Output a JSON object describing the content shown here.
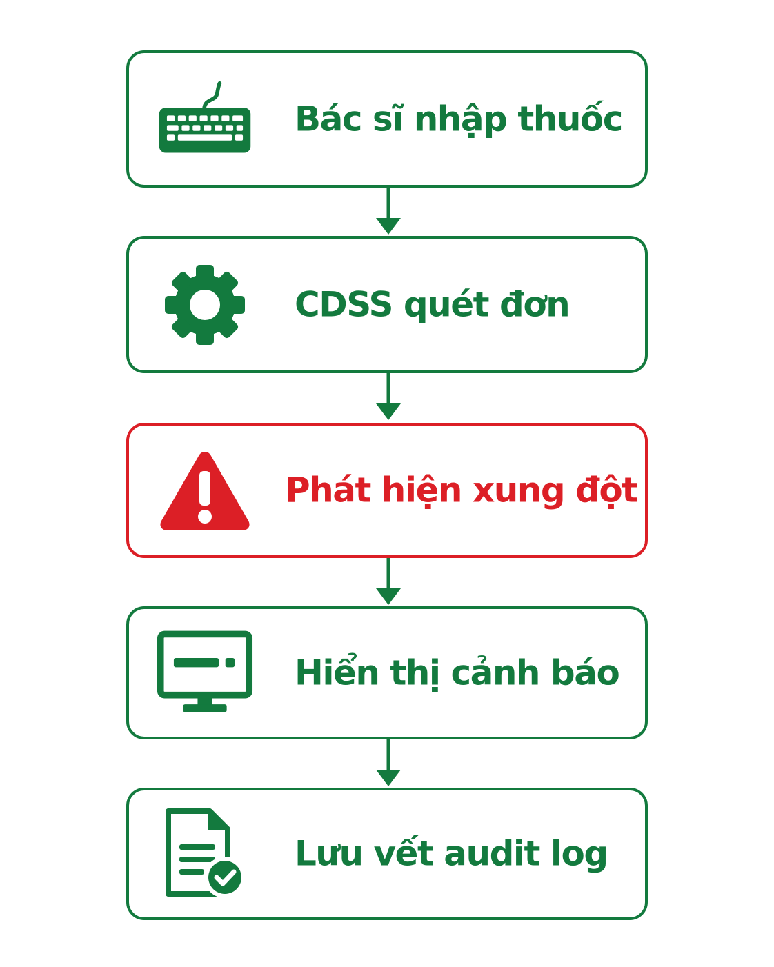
{
  "colors": {
    "primary": "#137a3e",
    "alert": "#dc1f26",
    "background": "#ffffff"
  },
  "steps": [
    {
      "label": "Bác sĩ nhập thuốc",
      "icon": "keyboard-icon",
      "status": "normal"
    },
    {
      "label": "CDSS quét đơn",
      "icon": "gear-icon",
      "status": "normal"
    },
    {
      "label": "Phát hiện xung đột",
      "icon": "warning-triangle-icon",
      "status": "alert"
    },
    {
      "label": "Hiển thị cảnh báo",
      "icon": "monitor-icon",
      "status": "normal"
    },
    {
      "label": "Lưu vết audit log",
      "icon": "document-check-icon",
      "status": "normal"
    }
  ]
}
